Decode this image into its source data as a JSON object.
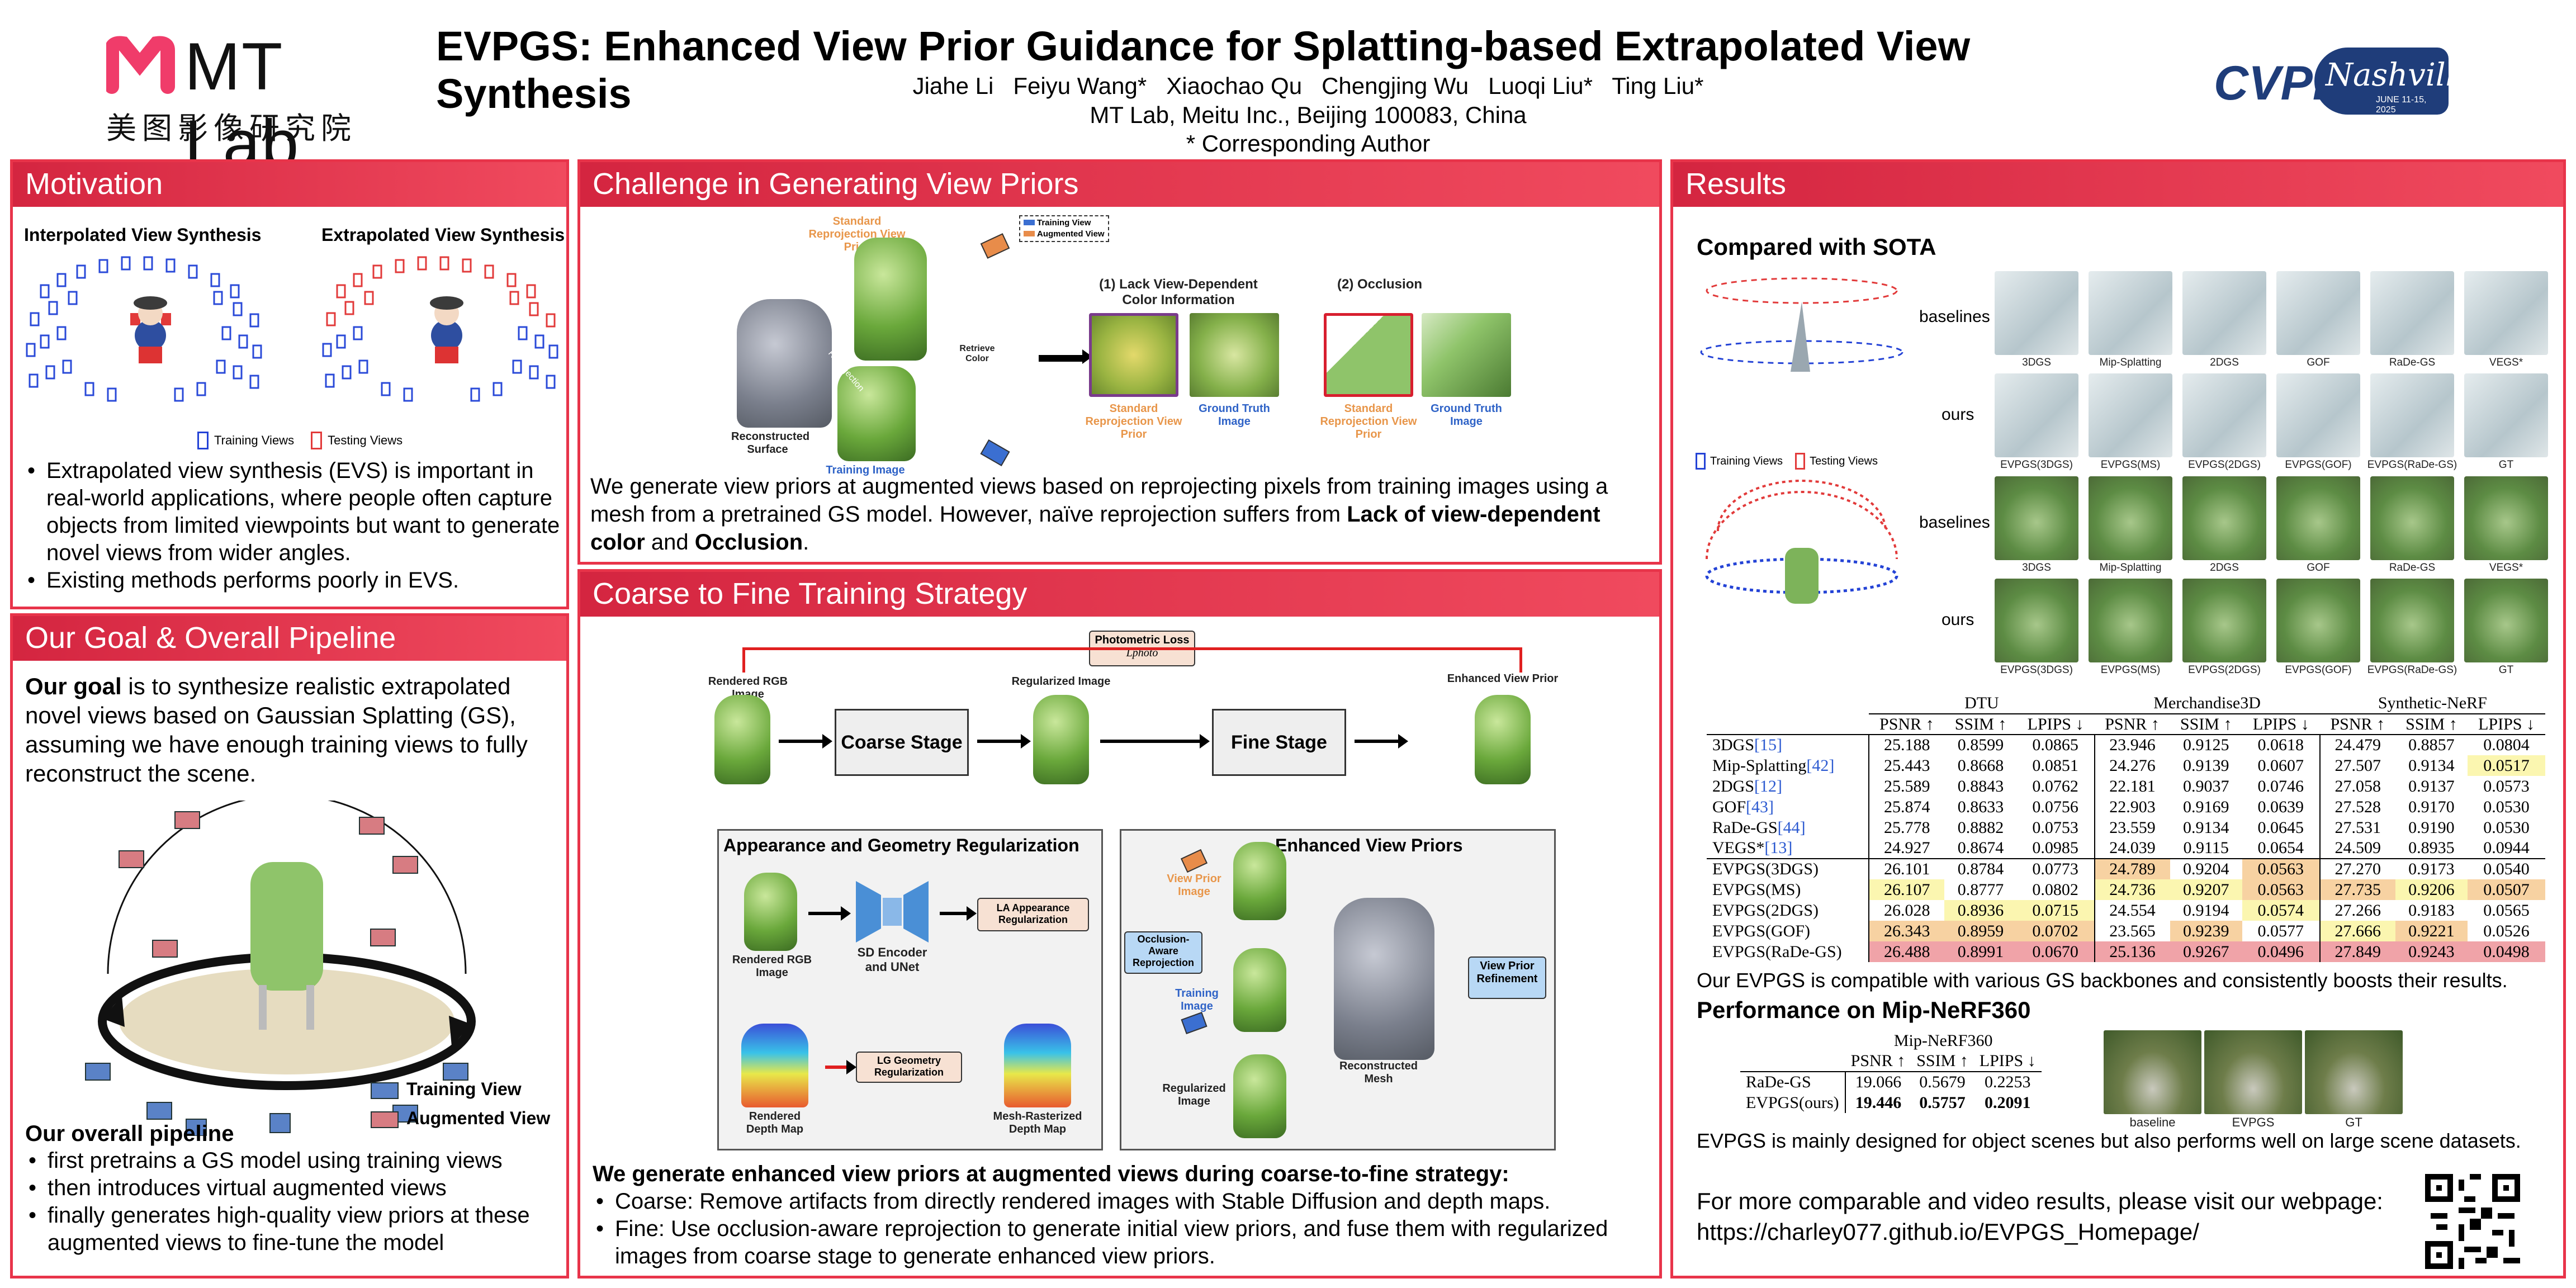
{
  "header": {
    "logo_left": "MT Lab",
    "logo_left_cn": "美图影像研究院",
    "title": "EVPGS: Enhanced View Prior Guidance for Splatting-based Extrapolated View Synthesis",
    "authors": "Jiahe Li   Feiyu Wang*   Xiaochao Qu   Chengjing Wu   Luoqi Liu*   Ting Liu*",
    "affiliation": "MT Lab, Meitu Inc., Beijing 100083, China",
    "note": "* Corresponding Author",
    "logo_right": "CVPR",
    "logo_right_script": "Nashville",
    "logo_right_date": "JUNE 11-15, 2025"
  },
  "motivation": {
    "title": "Motivation",
    "label_interp": "Interpolated View Synthesis",
    "label_extrap": "Extrapolated View Synthesis",
    "legend_train": "Training Views",
    "legend_test": "Testing Views",
    "bullets": [
      "Extrapolated view synthesis (EVS) is important in real-world applications, where people often capture objects from limited viewpoints but want to generate novel views from wider angles.",
      "Existing methods performs poorly in EVS."
    ]
  },
  "goal": {
    "title": "Our Goal & Overall Pipeline",
    "goal_lead": "Our goal",
    "goal_text": " is to synthesize realistic extrapolated novel views based on Gaussian Splatting (GS), assuming we have enough training views to fully reconstruct the scene.",
    "legend_train": "Training View",
    "legend_aug": "Augmented View",
    "pipeline_title": "Our overall pipeline",
    "pipeline": [
      "first pretrains a GS model using training views",
      "then introduces virtual augmented views",
      "finally generates high-quality view priors at these augmented views to fine-tune the model"
    ]
  },
  "challenge": {
    "title": "Challenge in Generating View Priors",
    "standard_prior": "Standard Reprojection View Prior",
    "legend_train": "Training View",
    "legend_aug": "Augmented View",
    "reconstructed": "Reconstructed Surface",
    "reprojection": "Reprojection",
    "retrieve": "Retrieve Color",
    "training_image": "Training Image",
    "issue1": "(1)  Lack View-Dependent Color Information",
    "issue2": "(2) Occlusion",
    "cap_std": "Standard Reprojection View Prior",
    "cap_gt": "Ground Truth Image",
    "desc_a": "We generate view priors at augmented views based on reprojecting pixels from training images using a mesh from a pretrained GS model. However, naïve reprojection suffers from ",
    "desc_b": "Lack of view-dependent color",
    "desc_c": " and ",
    "desc_d": "Occlusion",
    "desc_e": "."
  },
  "coarse": {
    "title": "Coarse to Fine Training Strategy",
    "rendered_rgb": "Rendered RGB Image",
    "coarse_stage": "Coarse Stage",
    "regularized": "Regularized Image",
    "fine_stage": "Fine Stage",
    "enhanced_prior": "Enhanced View Prior",
    "photometric": "Photometric Loss",
    "photometric_sym": "Lphoto",
    "appgeo_title": "Appearance and Geometry Regularization",
    "rendered_rgb2": "Rendered RGB Image",
    "sd": "SD Encoder and UNet",
    "app_reg": "LA Appearance Regularization",
    "geo_reg": "LG Geometry Regularization",
    "rendered_depth": "Rendered Depth Map",
    "mesh_depth": "Mesh-Rasterized Depth Map",
    "evp_title": "Enhanced View Priors",
    "view_prior": "View Prior Image",
    "occlusion": "Occlusion-Aware Reprojection",
    "training": "Training Image",
    "recon_mesh": "Reconstructed Mesh",
    "refine": "View Prior Refinement",
    "reg_img": "Regularized Image",
    "summary": "We generate enhanced view priors at augmented views during coarse-to-fine strategy:",
    "bullets": [
      "Coarse: Remove artifacts from directly rendered images with Stable Diffusion and depth maps.",
      "Fine: Use occlusion-aware reprojection to generate initial view priors, and fuse them with regularized images from coarse stage to generate enhanced view priors."
    ]
  },
  "results": {
    "title": "Results",
    "sota": "Compared with SOTA",
    "baselines": "baselines",
    "ours": "ours",
    "legend_train": "Training Views",
    "legend_test": "Testing Views",
    "row1_base": [
      "3DGS",
      "Mip-Splatting",
      "2DGS",
      "GOF",
      "RaDe-GS",
      "VEGS*"
    ],
    "row1_ours": [
      "EVPGS(3DGS)",
      "EVPGS(MS)",
      "EVPGS(2DGS)",
      "EVPGS(GOF)",
      "EVPGS(RaDe-GS)",
      "GT"
    ],
    "row2_base": [
      "3DGS",
      "Mip-Splatting",
      "2DGS",
      "GOF",
      "RaDe-GS",
      "VEGS*"
    ],
    "row2_ours": [
      "EVPGS(3DGS)",
      "EVPGS(MS)",
      "EVPGS(2DGS)",
      "EVPGS(GOF)",
      "EVPGS(RaDe-GS)",
      "GT"
    ],
    "table": {
      "groups": [
        "DTU",
        "Merchandise3D",
        "Synthetic-NeRF"
      ],
      "metrics": [
        "PSNR ↑",
        "SSIM ↑",
        "LPIPS ↓"
      ],
      "rows": [
        {
          "name": "3DGS",
          "ref": "[15]",
          "v": [
            "25.188",
            "0.8599",
            "0.0865",
            "23.946",
            "0.9125",
            "0.0618",
            "24.479",
            "0.8857",
            "0.0804"
          ],
          "c": [
            "",
            "",
            "",
            "",
            "",
            "",
            "",
            "",
            ""
          ]
        },
        {
          "name": "Mip-Splatting",
          "ref": "[42]",
          "v": [
            "25.443",
            "0.8668",
            "0.0851",
            "24.276",
            "0.9139",
            "0.0607",
            "27.507",
            "0.9134",
            "0.0517"
          ],
          "c": [
            "",
            "",
            "",
            "",
            "",
            "",
            "",
            "",
            "y"
          ]
        },
        {
          "name": "2DGS",
          "ref": "[12]",
          "v": [
            "25.589",
            "0.8843",
            "0.0762",
            "22.181",
            "0.9037",
            "0.0746",
            "27.058",
            "0.9137",
            "0.0573"
          ],
          "c": [
            "",
            "",
            "",
            "",
            "",
            "",
            "",
            "",
            ""
          ]
        },
        {
          "name": "GOF",
          "ref": "[43]",
          "v": [
            "25.874",
            "0.8633",
            "0.0756",
            "22.903",
            "0.9169",
            "0.0639",
            "27.528",
            "0.9170",
            "0.0530"
          ],
          "c": [
            "",
            "",
            "",
            "",
            "",
            "",
            "",
            "",
            ""
          ]
        },
        {
          "name": "RaDe-GS",
          "ref": "[44]",
          "v": [
            "25.778",
            "0.8882",
            "0.0753",
            "23.559",
            "0.9134",
            "0.0645",
            "27.531",
            "0.9190",
            "0.0530"
          ],
          "c": [
            "",
            "",
            "",
            "",
            "",
            "",
            "",
            "",
            ""
          ]
        },
        {
          "name": "VEGS*",
          "ref": "[13]",
          "v": [
            "24.927",
            "0.8674",
            "0.0985",
            "24.039",
            "0.9115",
            "0.0654",
            "24.509",
            "0.8935",
            "0.0944"
          ],
          "c": [
            "",
            "",
            "",
            "",
            "",
            "",
            "",
            "",
            ""
          ]
        },
        {
          "name": "EVPGS(3DGS)",
          "ref": "",
          "v": [
            "26.101",
            "0.8784",
            "0.0773",
            "24.789",
            "0.9204",
            "0.0563",
            "27.270",
            "0.9173",
            "0.0540"
          ],
          "c": [
            "",
            "",
            "",
            "o",
            "",
            "o",
            "",
            "",
            ""
          ]
        },
        {
          "name": "EVPGS(MS)",
          "ref": "",
          "v": [
            "26.107",
            "0.8777",
            "0.0802",
            "24.736",
            "0.9207",
            "0.0563",
            "27.735",
            "0.9206",
            "0.0507"
          ],
          "c": [
            "y",
            "",
            "",
            "y",
            "y",
            "o",
            "o",
            "y",
            "o"
          ]
        },
        {
          "name": "EVPGS(2DGS)",
          "ref": "",
          "v": [
            "26.028",
            "0.8936",
            "0.0715",
            "24.554",
            "0.9194",
            "0.0574",
            "27.266",
            "0.9183",
            "0.0565"
          ],
          "c": [
            "",
            "y",
            "y",
            "",
            "",
            "y",
            "",
            "",
            ""
          ]
        },
        {
          "name": "EVPGS(GOF)",
          "ref": "",
          "v": [
            "26.343",
            "0.8959",
            "0.0702",
            "23.565",
            "0.9239",
            "0.0577",
            "27.666",
            "0.9221",
            "0.0526"
          ],
          "c": [
            "o",
            "o",
            "o",
            "",
            "o",
            "",
            "y",
            "o",
            ""
          ]
        },
        {
          "name": "EVPGS(RaDe-GS)",
          "ref": "",
          "v": [
            "26.488",
            "0.8991",
            "0.0670",
            "25.136",
            "0.9267",
            "0.0496",
            "27.849",
            "0.9243",
            "0.0498"
          ],
          "c": [
            "r",
            "r",
            "r",
            "r",
            "r",
            "r",
            "r",
            "r",
            "r"
          ]
        }
      ]
    },
    "compat": "Our EVPGS is compatible with various GS backbones and consistently boosts their results.",
    "mip_title": "Performance on Mip-NeRF360",
    "mip_table": {
      "group": "Mip-NeRF360",
      "metrics": [
        "PSNR ↑",
        "SSIM ↑",
        "LPIPS ↓"
      ],
      "rows": [
        {
          "name": "RaDe-GS",
          "v": [
            "19.066",
            "0.5679",
            "0.2253"
          ]
        },
        {
          "name": "EVPGS(ours)",
          "v": [
            "19.446",
            "0.5757",
            "0.2091"
          ]
        }
      ]
    },
    "mip_caps": [
      "baseline",
      "EVPGS",
      "GT"
    ],
    "large_scene": "EVPGS is mainly designed for object scenes but also performs well on large scene datasets.",
    "more": "For more comparable and video results, please visit our webpage:",
    "url": "https://charley077.github.io/EVPGS_Homepage/"
  }
}
